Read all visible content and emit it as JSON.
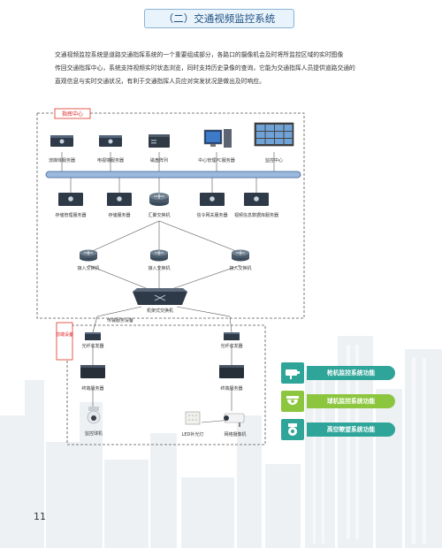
{
  "page": {
    "title": "（二）交通视频监控系统",
    "page_number": "11"
  },
  "intro": {
    "line1": "交通视频监控系统是道路交通指挥系统的一个重要组成部分，各路口的摄像机会及时将所监控区域的实时图像",
    "line2": "传回交通指挥中心，系统支持视频实时状态浏览，同时支持历史录像的查询，它能为交通指挥人员提供道路交通的",
    "line3": "直观信息与实时交通状况，有利于交通指挥人员应对突发状况是做出及时响应。"
  },
  "diagram": {
    "control_center_label": "指挥中心",
    "front_end_label": "前端设备",
    "nodes": {
      "media_server": "流媒体服务器",
      "tv_wall_server": "电视墙服务器",
      "disk_array": "磁盘阵列",
      "central_mgmt_pc": "中心管理PC服务器",
      "monitor_center": "监控中心",
      "storage_mgmt_server": "存储管理服务器",
      "storage_server": "存储服务器",
      "aggregation_switch": "汇聚交换机",
      "signaling_gateway": "信令网关服务器",
      "video_info_server": "视频信息数据库服务器",
      "access_switch_1": "接入交换机",
      "access_switch_2": "接入交换机",
      "access_switch_3": "接入交换机",
      "core_switch": "机架式交换机",
      "transmission_device": "传输服务设备",
      "fiber_transceiver_left": "光纤收发器",
      "fiber_transceiver_right": "光纤收发器",
      "terminal_server_left": "终端服务器",
      "terminal_server_right": "终端服务器",
      "dome_camera": "监控球机",
      "led_light": "LED补光灯",
      "network_camera": "网络摄像机"
    }
  },
  "functions": [
    {
      "label": "枪机监控系统功能",
      "icon": "bullet-camera-icon",
      "color": "#2fa59a"
    },
    {
      "label": "球机监控系统功能",
      "icon": "dome-camera-icon",
      "color": "#8cc63f"
    },
    {
      "label": "高空瞭望系统功能",
      "icon": "ptz-camera-icon",
      "color": "#2fa59a"
    }
  ]
}
